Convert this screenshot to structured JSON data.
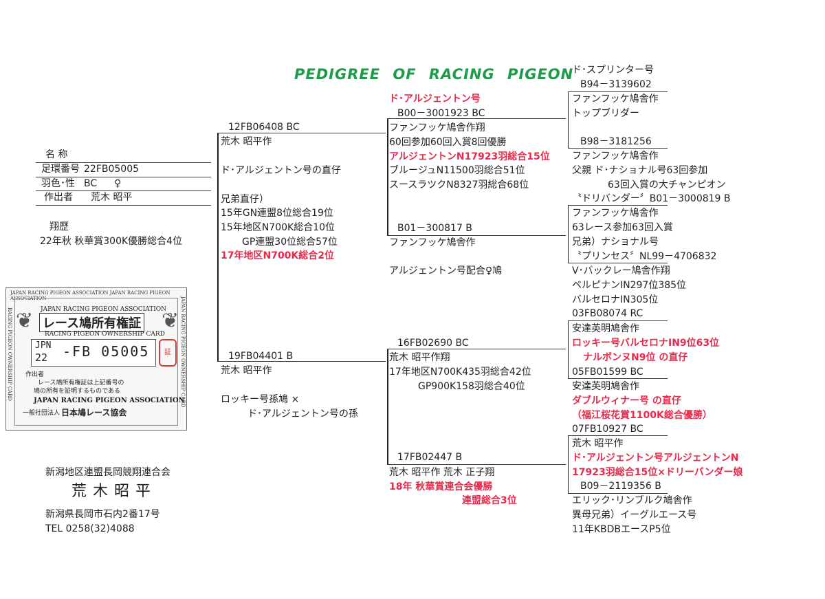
{
  "title": "PEDIGREE  OF  RACING  PIGEON",
  "info": {
    "name_label": "名 称",
    "ring_label": "足環番号",
    "ring_value": "22FB05005",
    "color_label": "羽色･性",
    "color_value": "BC",
    "sex_symbol": "♀",
    "breeder_label": "作出者",
    "breeder_value": "荒木 昭平",
    "record_label": "翔歴",
    "record_line": "22年秋 秋華賞300K優勝総合4位"
  },
  "card": {
    "top_text": "JAPAN RACING PIGEON ASSOCIATION JAPAN RACING PIGEON ASSOCIATION",
    "side_left": "RACING PIGEON OWNERSHIP CARD",
    "side_right": "JAPAN RACING PIGEON OWNERSHIP CARD",
    "line1": "JAPAN RACING PIGEON ASSOCIATION",
    "line2": "レース鳩所有権証",
    "line3": "RACING PIGEON OWNERSHIP CARD",
    "jpn": "JPN",
    "year": "22",
    "number": "-FB 05005",
    "maker_label": "作出者",
    "cert1": "レース鳩所有権証は上記番号の",
    "cert2": "鳩の所有を証明するものである",
    "assoc_en": "JAPAN RACING PIGEON ASSOCIATION",
    "assoc_prefix": "一般社団法人",
    "assoc_jp": "日本鳩レース協会",
    "seal_text": "証"
  },
  "owner": {
    "club": "新潟地区連盟長岡競翔連合会",
    "name": "荒木昭平",
    "address": "新潟県長岡市石内2番17号",
    "tel": "TEL 0258(32)4088"
  },
  "sire": {
    "ring": "12FB06408 BC",
    "lines": [
      "荒木 昭平作",
      "",
      "ド･アルジェントン号の直仔",
      "",
      "兄弟直仔）",
      "15年GN連盟8位総合19位",
      "15年地区N700K総合10位",
      "GP連盟30位総合57位"
    ],
    "red_line": "17年地区N700K総合2位"
  },
  "dam": {
    "ring": "19FB04401 B",
    "breeder": "荒木 昭平作",
    "line1": "ロッキー号孫鳩 ×",
    "line2": "ド･アルジェントン号の孫"
  },
  "ss": {
    "red_name": "ド･アルジェントン号",
    "ring": "B00－3001923 BC",
    "lines": [
      "ファンフッケ鳩舎作翔",
      "60回参加60回入賞8回優勝"
    ],
    "red_line": "アルジェントンN17923羽総合15位",
    "lines2": [
      "ブルージュN11500羽総合51位",
      "スースラツクN8327羽総合68位"
    ]
  },
  "sd": {
    "ring": "B01－300817 B",
    "line1": "ファンフッケ鳩舎作",
    "line2": "アルジェントン号配合♀鳩"
  },
  "ds": {
    "ring": "16FB02690 BC",
    "lines": [
      "荒木 昭平作翔",
      "17年地区N700K435羽総合42位",
      "GP900K158羽総合40位"
    ]
  },
  "dd": {
    "ring": "17FB02447 B",
    "line1": "荒木 昭平作 荒木 正子翔",
    "red1": "18年 秋華賞連合会優勝",
    "red2": "連盟総合3位"
  },
  "ggp": [
    {
      "lines": [
        "ド･スプリンター号",
        "B94－3139602"
      ]
    },
    {
      "lines": [
        "ファンフッケ鳩舎作",
        "トップブリダー",
        "",
        "B98－3181256"
      ]
    },
    {
      "lines": [
        "ファンフッケ鳩舎作",
        "父親 ド･ナショナル号63回参加",
        "63回入賞の大チャンピオン",
        "〝ドリバンダー〞B01－3000819 B"
      ]
    },
    {
      "lines": [
        "ファンフッケ鳩舎作",
        "63レース参加63回入賞",
        "兄弟）ナショナル号",
        "〝プリンセス〞NL99－4706832"
      ]
    },
    {
      "lines": [
        "V･バックレー鳩舎作翔",
        "ペルピナンIN297位385位",
        "バルセロナIN305位",
        "03FB08074 RC"
      ]
    },
    {
      "lines": [
        "安達英明鳩舎作",
        "ロッキー号バルセロナIN9位63位",
        "ナルボンヌN9位 の直仔",
        "05FB01599 BC"
      ]
    },
    {
      "lines": [
        "安達英明鳩舎作",
        "ダブルウィナー号 の直仔",
        "（福江桜花賞1100K総合優勝）",
        "07FB10927 BC"
      ]
    },
    {
      "lines": [
        "荒木 昭平作",
        "ド･アルジェントン号アルジェントンN",
        "17923羽総合15位×ドリーバンダー娘",
        "B09－2119356 B"
      ]
    },
    {
      "lines": [
        "エリック･リンブルク鳩舎作",
        "異母兄弟）イーグルエース号",
        "11年KBDBエースP5位"
      ]
    }
  ]
}
